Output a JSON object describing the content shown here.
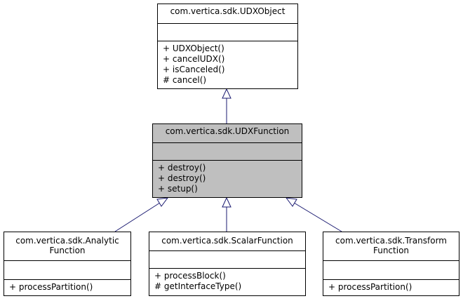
{
  "udxobject": {
    "title": "com.vertica.sdk.UDXObject",
    "methods": [
      "+ UDXObject()",
      "+ cancelUDX()",
      "+ isCanceled()",
      "# cancel()"
    ]
  },
  "udxfunction": {
    "title": "com.vertica.sdk.UDXFunction",
    "methods": [
      "+ destroy()",
      "+ destroy()",
      "+ setup()"
    ]
  },
  "analytic": {
    "title_lines": [
      "com.vertica.sdk.Analytic",
      "Function"
    ],
    "methods": [
      "+ processPartition()"
    ]
  },
  "scalar": {
    "title": "com.vertica.sdk.ScalarFunction",
    "methods": [
      "+ processBlock()",
      "# getInterfaceType()"
    ]
  },
  "transform": {
    "title_lines": [
      "com.vertica.sdk.Transform",
      "Function"
    ],
    "methods": [
      "+ processPartition()"
    ]
  },
  "colors": {
    "edge": "#191970",
    "highlight": "#bfbfbf"
  }
}
